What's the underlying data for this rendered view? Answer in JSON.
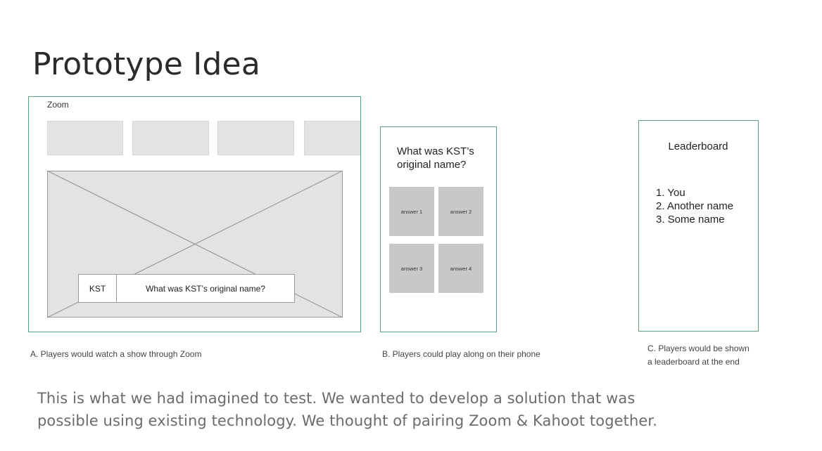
{
  "title": "Prototype Idea",
  "zoom": {
    "label": "Zoom",
    "caption_name": "KST",
    "caption_question": "What was KST’s original name?"
  },
  "phone": {
    "question": "What was KST’s original name?",
    "answers": [
      "answer 1",
      "answer 2",
      "answer 3",
      "answer 4"
    ]
  },
  "leaderboard": {
    "title": "Leaderboard",
    "items": [
      "1. You",
      "2. Another name",
      "3. Some name"
    ]
  },
  "captions": {
    "a": "A. Players would watch a show through Zoom",
    "b": "B. Players could play along on their phone",
    "c_line1": "C. Players would be shown",
    "c_line2": "a leaderboard at the end"
  },
  "paragraph_line1": "This is what we had imagined to test. We wanted to develop a solution that was",
  "paragraph_line2": "possible using existing technology. We thought of pairing Zoom & Kahoot together.",
  "colors": {
    "frame_border": "#5aa07a",
    "placeholder_fill": "#e3e3e3",
    "answer_fill": "#c8c8c8"
  }
}
